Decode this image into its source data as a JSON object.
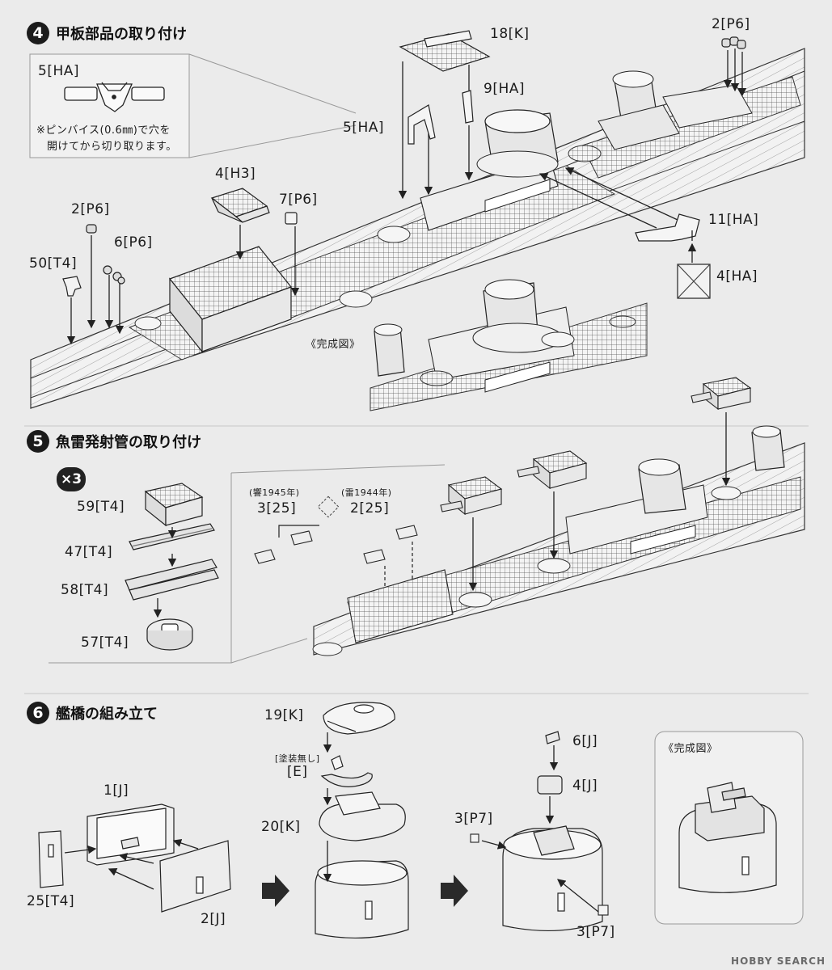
{
  "step4": {
    "number": "4",
    "title": "甲板部品の取り付け",
    "inset": {
      "part": "5[HA]",
      "note_line1": "※ピンバイス(0.6㎜)で穴を",
      "note_line2": "開けてから切り取ります。"
    },
    "labels": {
      "p18k": "18[K]",
      "p2p6_top": "2[P6]",
      "p9ha": "9[HA]",
      "p5ha": "5[HA]",
      "p4h3": "4[H3]",
      "p7p6": "7[P6]",
      "p2p6_left": "2[P6]",
      "p6p6": "6[P6]",
      "p50t4": "50[T4]",
      "p11ha": "11[HA]",
      "p4ha": "4[HA]"
    },
    "completed": "《完成図》"
  },
  "step5": {
    "number": "5",
    "title": "魚雷発射管の取り付け",
    "multiplier": "×3",
    "labels": {
      "p59t4": "59[T4]",
      "p47t4": "47[T4]",
      "p58t4": "58[T4]",
      "p57t4": "57[T4]",
      "hibiki": "(響1945年)",
      "ikazuchi": "(雷1944年)",
      "p3_25": "3[25]",
      "p2_25": "2[25]"
    }
  },
  "step6": {
    "number": "6",
    "title": "艦橋の組み立て",
    "labels": {
      "p19k": "19[K]",
      "no_paint": "[塗装無し]",
      "pe": "[E]",
      "p20k": "20[K]",
      "p1j": "1[J]",
      "p25t4": "25[T4]",
      "p2j": "2[J]",
      "p6j": "6[J]",
      "p4j": "4[J]",
      "p3p7_top": "3[P7]",
      "p3p7_bottom": "3[P7]"
    },
    "completed": "《完成図》"
  },
  "watermark": "HOBBY SEARCH"
}
